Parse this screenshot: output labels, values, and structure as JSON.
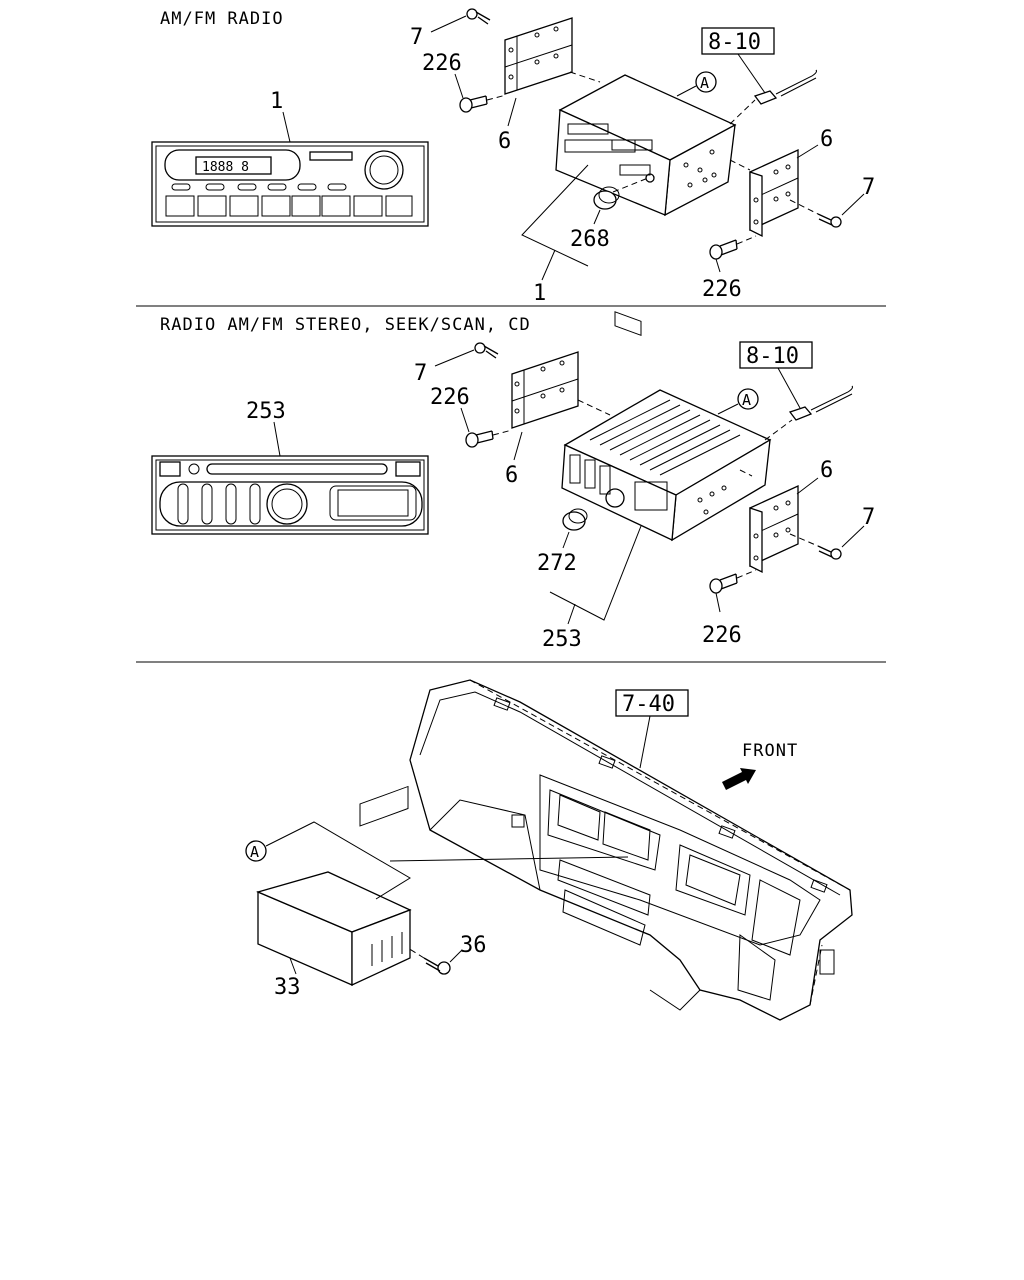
{
  "sections": [
    {
      "title": "AM/FM RADIO",
      "radio_display": "1888 8",
      "callouts": {
        "radio_front": "1",
        "screw_top": "7",
        "bolt_top": "226",
        "bracket_left": "6",
        "ref_box": "8-10",
        "circle_ref": "A",
        "bracket_right": "6",
        "screw_right": "7",
        "knob": "268",
        "assembly": "1",
        "bolt_bottom": "226"
      }
    },
    {
      "title": "RADIO AM/FM STEREO, SEEK/SCAN, CD",
      "callouts": {
        "radio_front": "253",
        "screw_top": "7",
        "bolt_top": "226",
        "bracket_left": "6",
        "ref_box": "8-10",
        "circle_ref": "A",
        "bracket_right": "6",
        "screw_right": "7",
        "knob": "272",
        "assembly": "253",
        "bolt_bottom": "226"
      }
    },
    {
      "callouts": {
        "ref_box": "7-40",
        "front_label": "FRONT",
        "circle_ref": "A",
        "screw": "36",
        "pocket": "33"
      }
    }
  ]
}
